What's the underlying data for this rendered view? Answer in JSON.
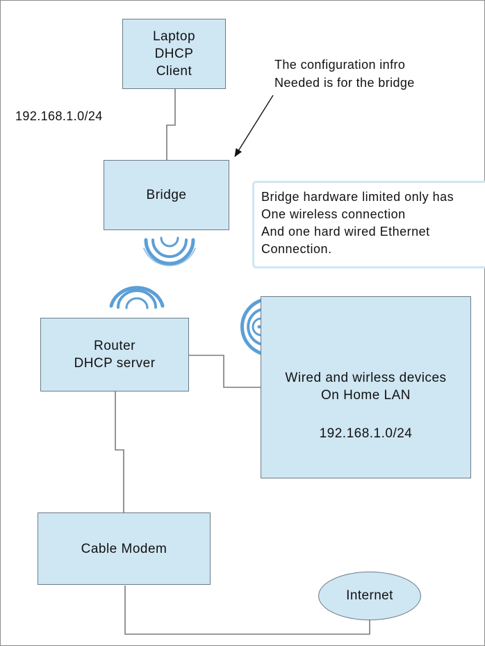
{
  "nodes": {
    "laptop": {
      "lines": [
        "Laptop",
        "DHCP",
        "Client"
      ]
    },
    "bridge": {
      "label": "Bridge"
    },
    "router": {
      "lines": [
        "Router",
        "DHCP server"
      ]
    },
    "home_lan": {
      "lines": [
        "Wired and wirless devices",
        "On Home LAN"
      ],
      "subnet": "192.168.1.0/24"
    },
    "modem": {
      "label": "Cable Modem"
    },
    "internet": {
      "label": "Internet"
    }
  },
  "labels": {
    "left_subnet": "192.168.1.0/24",
    "config_note": [
      "The configuration infro",
      "Needed is for the bridge"
    ],
    "bridge_callout": [
      "Bridge hardware limited only has",
      "One wireless connection",
      "And one hard wired Ethernet",
      "Connection."
    ]
  },
  "icons": [
    "wireless-signal-icon"
  ],
  "colors": {
    "box_fill": "#cfe6f3",
    "box_border": "#6b7b87",
    "wireless": "#5b9fd6",
    "wire": "#7a7a7a"
  }
}
